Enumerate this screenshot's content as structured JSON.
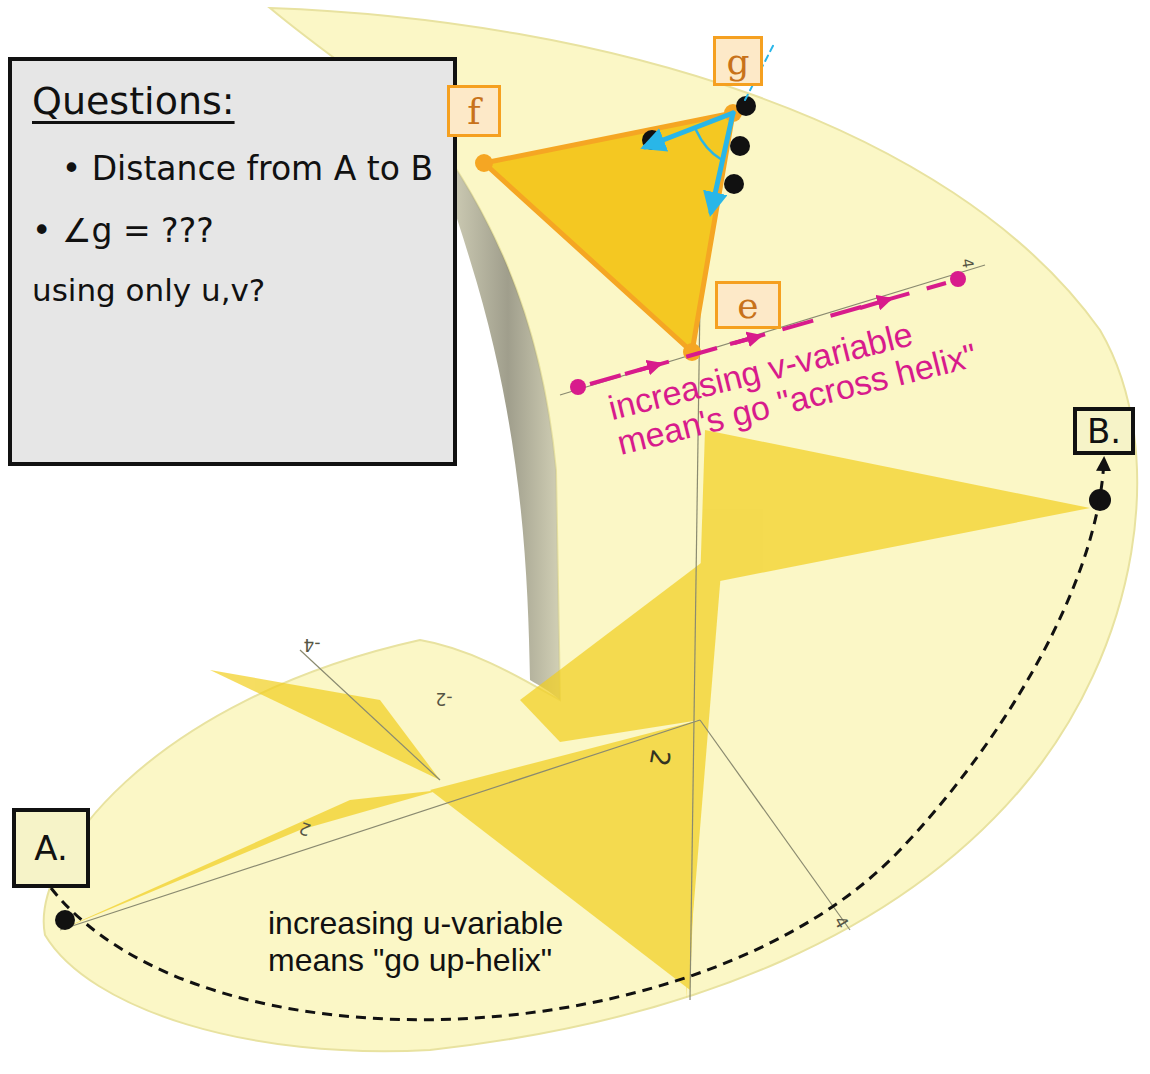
{
  "diagram": {
    "nodes": [
      {
        "text": [
          "Questions:",
          "• Distance from A to B",
          "• ∠g = ???",
          "using only u,v?"
        ]
      },
      {
        "text": [
          "f"
        ]
      },
      {
        "text": [
          "g"
        ]
      },
      {
        "text": [
          "e"
        ]
      },
      {
        "text": [
          "B."
        ]
      },
      {
        "text": [
          "A."
        ]
      }
    ],
    "edges": [
      {
        "from": 5,
        "to": 4,
        "arrow": "to",
        "label": "increasing u-variable means \"go up-helix\""
      }
    ],
    "labels": [
      "increasing v-variable mean's go \"across helix\"",
      "-4",
      "-2",
      "2",
      "2",
      "4",
      "4"
    ]
  }
}
